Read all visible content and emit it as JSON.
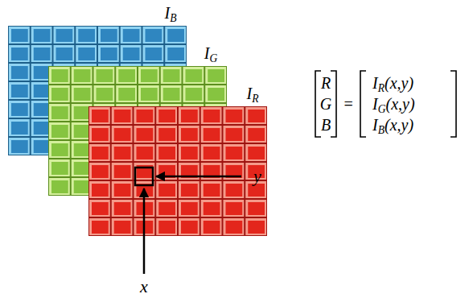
{
  "diagram": {
    "labels": [
      "IB",
      "IG",
      "IR",
      "y",
      "x",
      "R",
      "G",
      "B",
      "=",
      "IR(x,y)",
      "IG(x,y)",
      "IB(x,y)"
    ]
  }
}
